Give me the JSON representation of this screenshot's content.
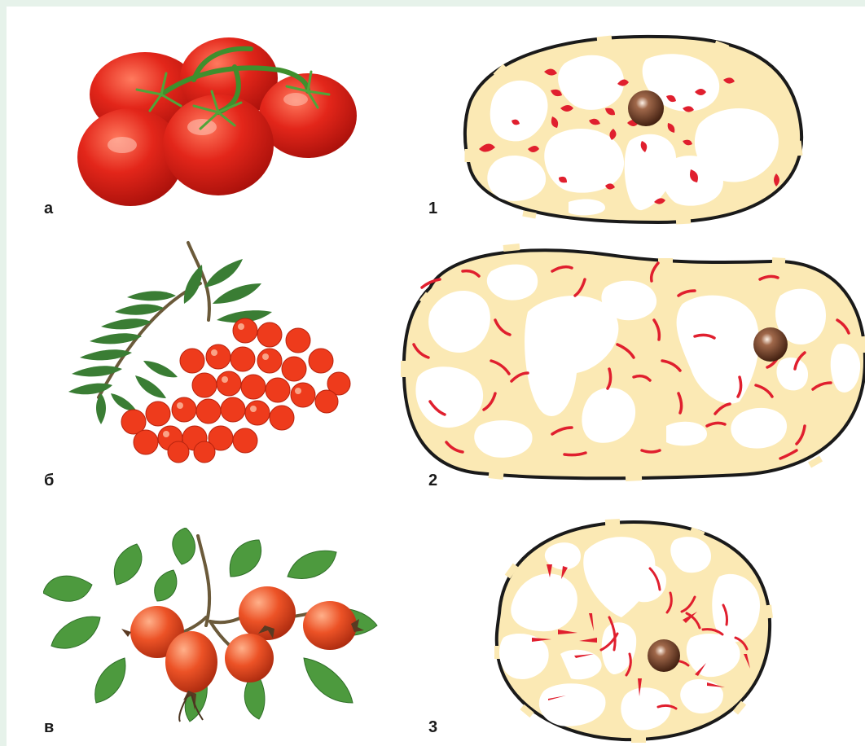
{
  "colors": {
    "page_background": "#e6f2ea",
    "panel_background": "#ffffff",
    "cell_fill": "#fbe9b4",
    "cell_wall": "#1a1a1a",
    "vacuole": "#ffffff",
    "chromoplast": "#e01f2e",
    "nucleus": "#5a2e1a",
    "tomato_red": "#e02a1c",
    "rowan_orange": "#ee3b1c",
    "rosehip_orange": "#e4481f",
    "leaf_green": "#3c8a3a"
  },
  "fruits": [
    {
      "letter": "а",
      "name": "tomato",
      "icon": "tomato-cluster-icon"
    },
    {
      "letter": "б",
      "name": "rowan",
      "icon": "rowan-berries-icon"
    },
    {
      "letter": "в",
      "name": "rosehip",
      "icon": "rosehip-icon"
    }
  ],
  "cells": [
    {
      "number": "1",
      "chromoplast_shape": "droplet"
    },
    {
      "number": "2",
      "chromoplast_shape": "crescent"
    },
    {
      "number": "3",
      "chromoplast_shape": "needle"
    }
  ]
}
